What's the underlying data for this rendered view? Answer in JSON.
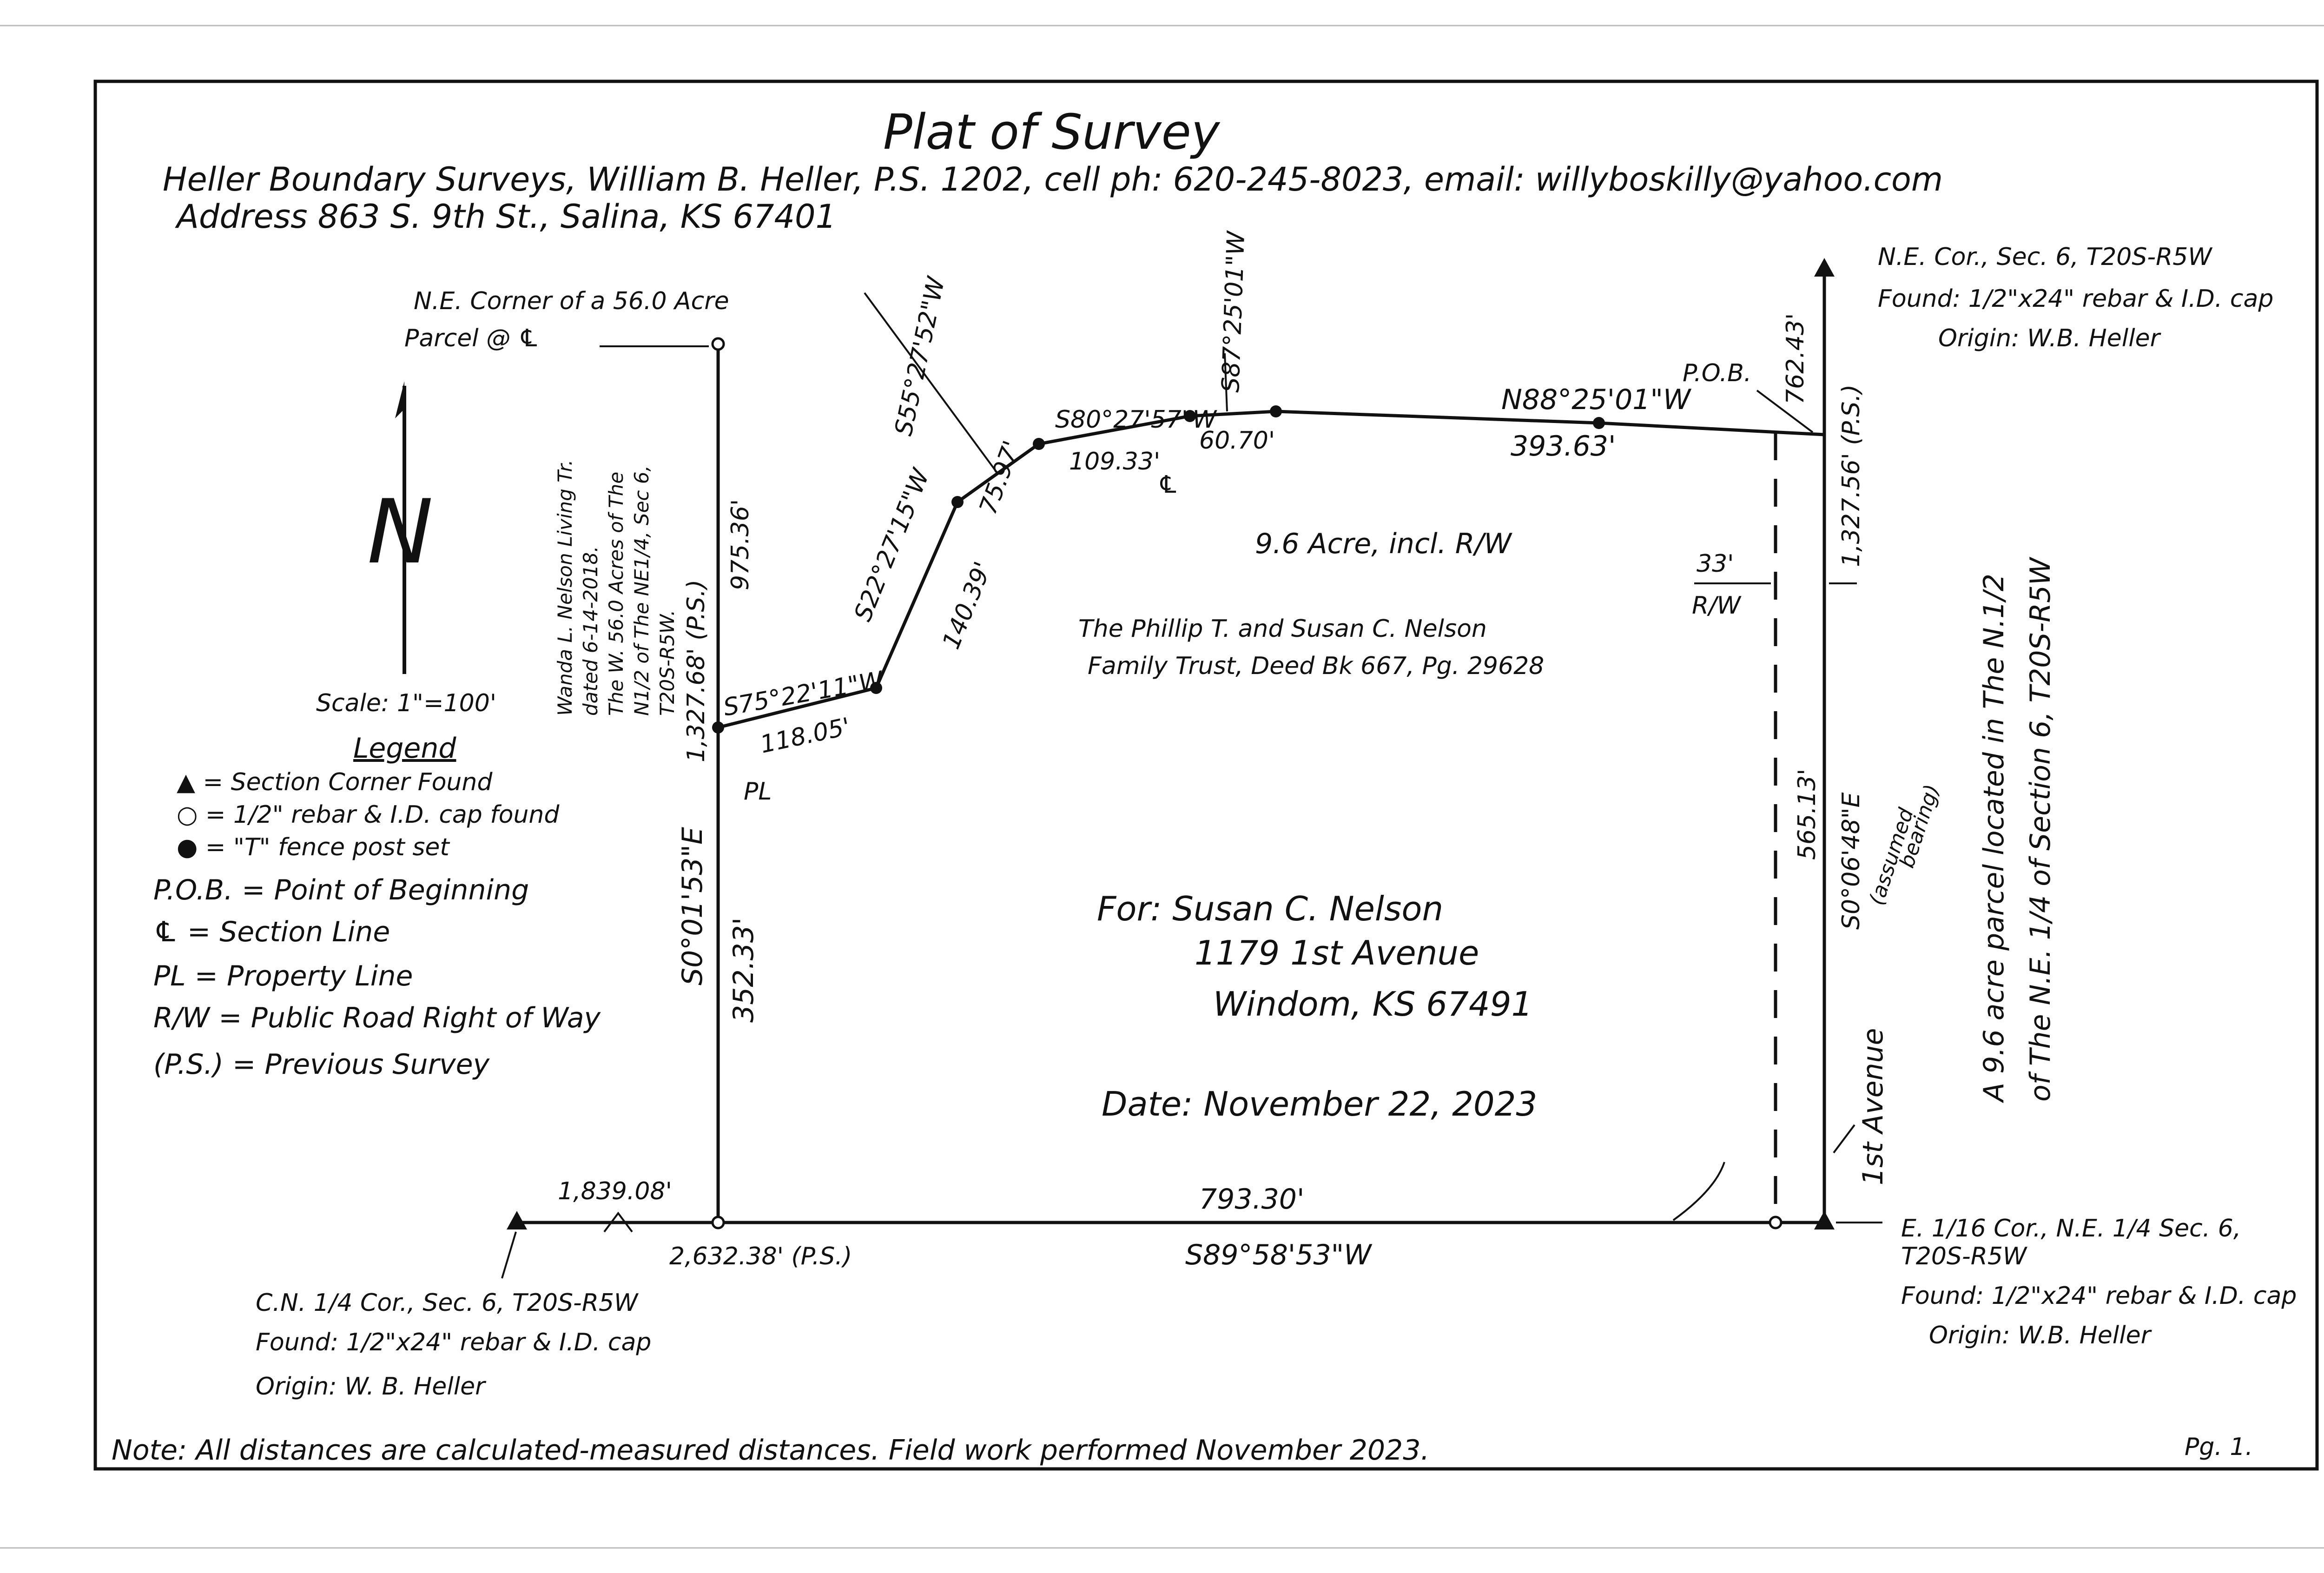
{
  "title": "Plat of Survey",
  "header": {
    "line1": "Heller Boundary Surveys, William B. Heller, P.S. 1202, cell ph: 620-245-8023, email: willyboskilly@yahoo.com",
    "line2": "Address 863 S. 9th St., Salina, KS 67401"
  },
  "client": {
    "for_line": "For: Susan C. Nelson",
    "street": "1179 1st Avenue",
    "city": "Windom, KS 67491",
    "date": "Date: November 22, 2023"
  },
  "parcel": {
    "area": "9.6 Acre, incl. R/W",
    "owner_line1": "The Phillip T. and Susan C. Nelson",
    "owner_line2": "Family Trust, Deed Bk 667, Pg. 29628",
    "description_line1": "A 9.6 acre parcel located in The N.1/2",
    "description_line2": "of The N.E. 1/4 of Section 6, T20S-R5W"
  },
  "west_parcel": {
    "corner_line1": "N.E. Corner of a 56.0 Acre",
    "corner_line2": "Parcel @ ℄",
    "owner_line1": "Wanda L. Nelson Living Tr.",
    "owner_line2": "dated 6-14-2018.",
    "owner_line3": "The W. 56.0 Acres of The",
    "owner_line4": "N1/2 of The NE1/4, Sec 6,",
    "owner_line5": "T20S-R5W."
  },
  "corners": {
    "ne_line1": "N.E. Cor., Sec. 6, T20S-R5W",
    "ne_line2": "Found: 1/2\"x24\" rebar & I.D. cap",
    "ne_line3": "Origin: W.B. Heller",
    "cn_line1": "C.N. 1/4 Cor., Sec. 6, T20S-R5W",
    "cn_line2": "Found: 1/2\"x24\" rebar & I.D. cap",
    "cn_line3": "Origin: W. B. Heller",
    "e16_line1": "E. 1/16 Cor., N.E. 1/4 Sec. 6,",
    "e16_line2": "T20S-R5W",
    "e16_line3": "Found: 1/2\"x24\" rebar & I.D. cap",
    "e16_line4": "Origin: W.B. Heller"
  },
  "calls": {
    "pob": "P.O.B.",
    "north_bearing": "N88°25'01\"W",
    "north_dist": "393.63'",
    "c1_bearing": "S87°25'01\"W",
    "c1_dist": "60.70'",
    "c2_bearing": "S80°27'57\"W",
    "c2_dist": "109.33'",
    "c3_bearing": "S55°27'52\"W",
    "c3_dist": "75.97'",
    "c4_bearing": "S22°27'15\"W",
    "c4_dist": "140.39'",
    "c5_bearing": "S75°22'11\"W",
    "c5_dist": "118.05'",
    "west_upper_dist": "975.36'",
    "west_total_dist": "1,327.68' (P.S.)",
    "west_bearing": "S0°01'53\"E",
    "west_dist": "352.33'",
    "south_dist": "793.30'",
    "south_bearing": "S89°58'53\"W",
    "section_total": "2,632.38' (P.S.)",
    "to_cn_dist": "1,839.08'",
    "east_top_dist": "762.43'",
    "east_total": "1,327.56' (P.S.)",
    "east_dist": "565.13'",
    "east_bearing": "S0°06'48\"E",
    "east_bearing_note1": "(assumed",
    "east_bearing_note2": "bearing)",
    "rw_width": "33'",
    "rw_label": "R/W",
    "pl": "℄",
    "pl2": "PL",
    "road": "1st Avenue"
  },
  "legend": {
    "scale": "Scale: 1\"=100'",
    "heading": "Legend",
    "items": [
      "▲ = Section Corner Found",
      "○ = 1/2\" rebar & I.D. cap found",
      "● = \"T\" fence post set",
      "P.O.B. = Point of Beginning",
      "℄ = Section Line",
      "PL = Property Line",
      "R/W = Public Road Right of Way",
      "(P.S.) = Previous Survey"
    ]
  },
  "north_arrow": "N",
  "note": "Note: All distances are calculated-measured distances. Field work performed November 2023.",
  "page": "Pg. 1."
}
